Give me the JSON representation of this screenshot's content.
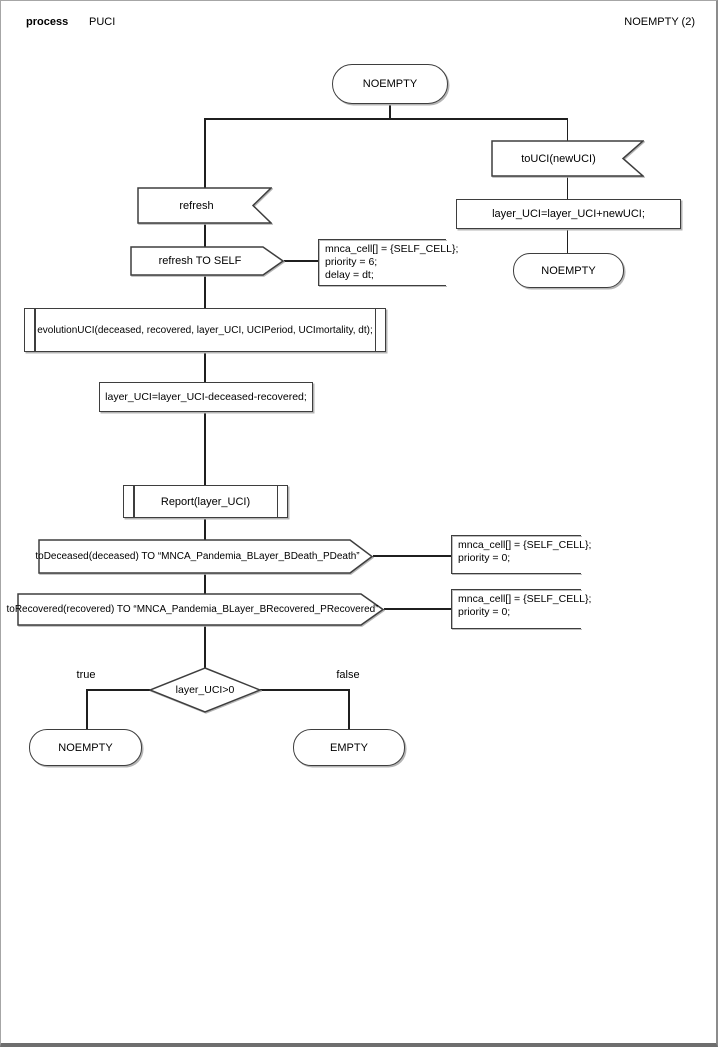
{
  "header": {
    "kind_label": "process",
    "process_name": "PUCI",
    "page_label": "NOEMPTY (2)"
  },
  "colors": {
    "background": "#ffffff",
    "shape_stroke": "#3e3e3e",
    "connector": "#1f1f1f",
    "shadow": "#b4b4b4",
    "frame": "#8c8c8c"
  },
  "nodes": {
    "state_start": "NOEMPTY",
    "input_toUCI": "toUCI(newUCI)",
    "task_add": "layer_UCI=layer_UCI+newUCI;",
    "state_right": "NOEMPTY",
    "input_refresh": "refresh",
    "output_refresh_self": "refresh TO SELF",
    "comment_refresh": [
      "mnca_cell[] = {SELF_CELL};",
      "priority = 6;",
      "delay = dt;"
    ],
    "proc_evolution": "evolutionUCI(deceased, recovered, layer_UCI, UCIPeriod, UCImortality, dt);",
    "task_sub": "layer_UCI=layer_UCI-deceased-recovered;",
    "proc_report": "Report(layer_UCI)",
    "output_deceased": "toDeceased(deceased) TO “MNCA_Pandemia_BLayer_BDeath_PDeath”",
    "comment_deceased": [
      "mnca_cell[] = {SELF_CELL};",
      "priority = 0;"
    ],
    "output_recovered": "toRecovered(recovered) TO “MNCA_Pandemia_BLayer_BRecovered_PRecovered”",
    "comment_recovered": [
      "mnca_cell[] = {SELF_CELL};",
      "priority = 0;"
    ],
    "decision": "layer_UCI>0",
    "branch_true": "true",
    "branch_false": "false",
    "state_true": "NOEMPTY",
    "state_false": "EMPTY"
  }
}
